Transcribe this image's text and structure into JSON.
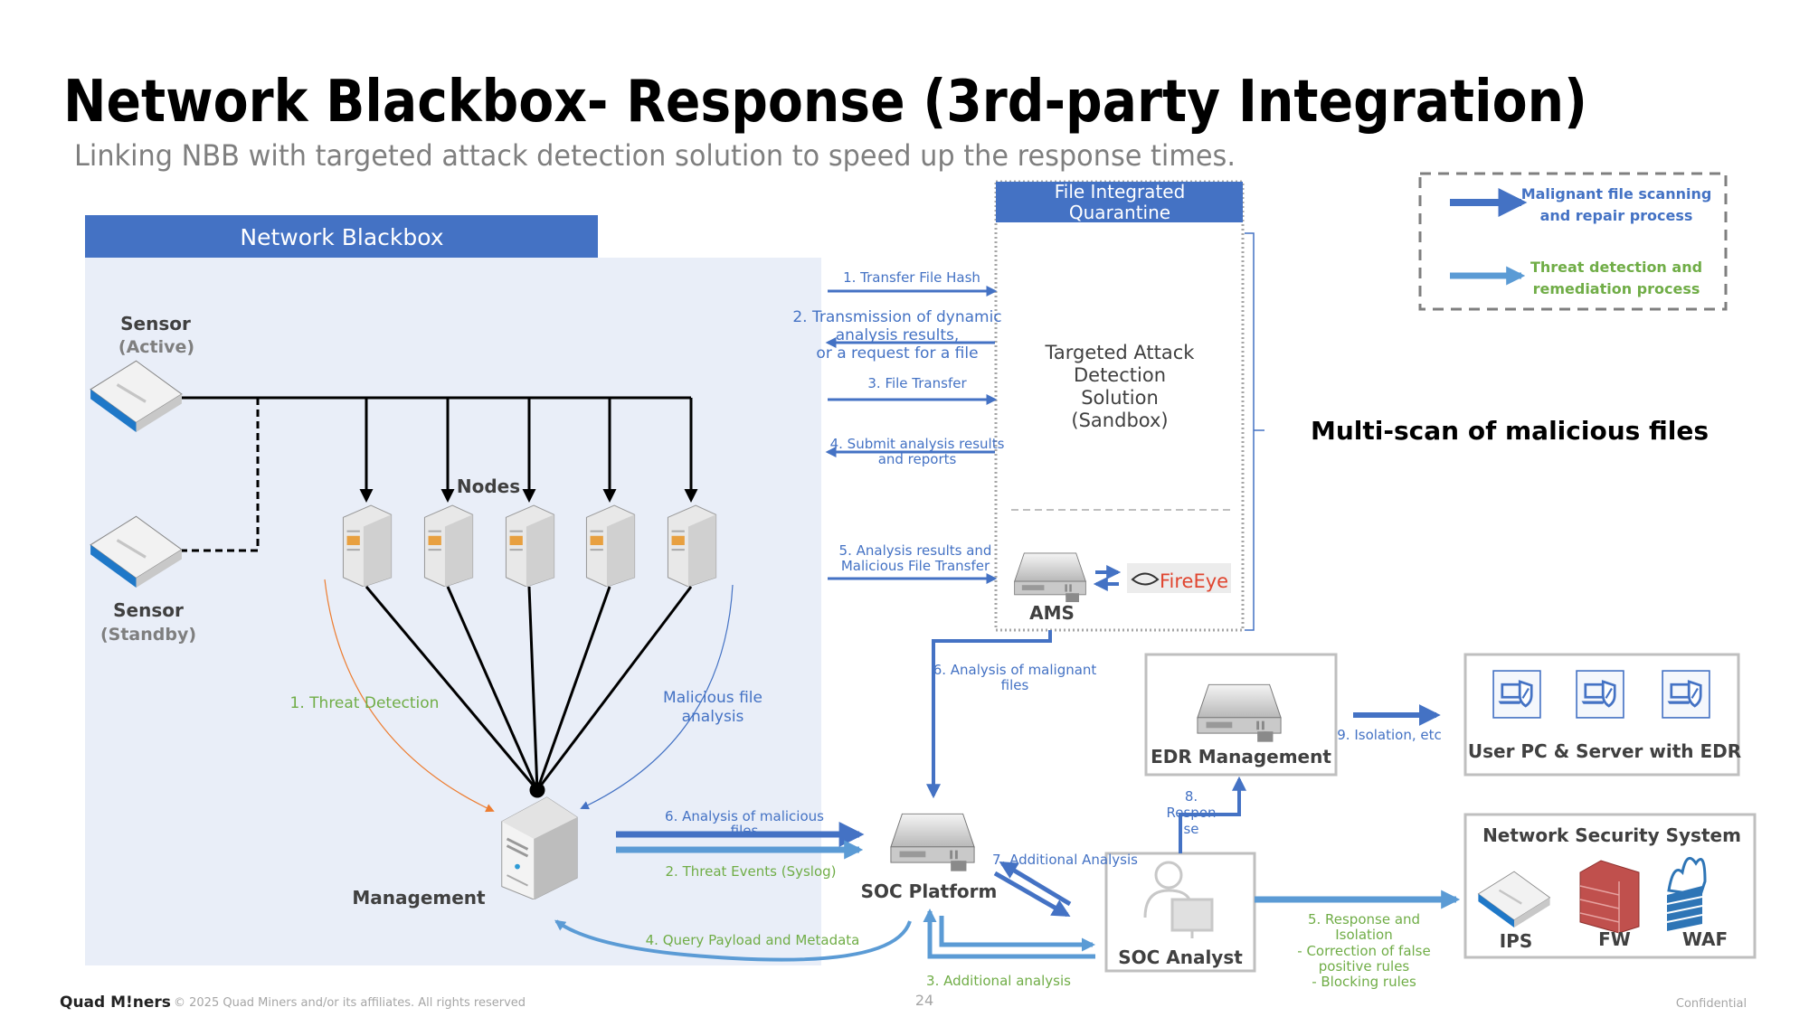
{
  "header": {
    "title": "Network Blackbox- Response (3rd-party Integration)",
    "subtitle": "Linking NBB with targeted attack detection solution to speed up the response times."
  },
  "colors": {
    "dark_blue": "#4472c4",
    "light_blue": "#5b9bd5",
    "green": "#70ad47",
    "panel": "#e9eef8"
  },
  "nbb": {
    "header": "Network Blackbox",
    "sensor_active": [
      "Sensor",
      "(Active)"
    ],
    "sensor_standby": [
      "Sensor",
      "(Standby)"
    ],
    "nodes": "Nodes",
    "management": "Management",
    "threat_detection": "1. Threat Detection",
    "malicious_file_analysis": [
      "Malicious file",
      "analysis"
    ]
  },
  "quarantine": {
    "header": [
      "File Integrated",
      "Quarantine"
    ],
    "solution": [
      "Targeted Attack",
      "Detection",
      "Solution",
      "(Sandbox)"
    ],
    "ams": "AMS",
    "vendor_logo": "FireEye",
    "multiscan": "Multi-scan of malicious files"
  },
  "flows": {
    "f1": "1. Transfer File Hash",
    "f2": [
      "2. Transmission of dynamic",
      "analysis results,",
      "or a request for a file"
    ],
    "f3": "3. File Transfer",
    "f4": [
      "4. Submit analysis results",
      "and reports"
    ],
    "f5": [
      "5. Analysis results and",
      "Malicious File Transfer"
    ],
    "f6_malignant": [
      "6. Analysis of malignant",
      "files"
    ],
    "f6_malicious": [
      "6. Analysis of malicious",
      "files"
    ],
    "f2_syslog": "2. Threat Events (Syslog)",
    "f4_query": "4. Query Payload and Metadata",
    "f7": "7. Additional Analysis",
    "f3_additional": "3. Additional analysis",
    "f8": [
      "8.",
      "Respon",
      "se"
    ],
    "f9": "9. Isolation, etc",
    "f5_response": [
      "5. Response and",
      "Isolation",
      "- Correction of false",
      "positive rules",
      "- Blocking rules"
    ]
  },
  "nodes_right": {
    "soc_platform": "SOC Platform",
    "soc_analyst": "SOC Analyst",
    "edr": "EDR Management",
    "user_pc": "User PC & Server with EDR",
    "nss": "Network Security System",
    "ips": "IPS",
    "fw": "FW",
    "waf": "WAF"
  },
  "legend": {
    "dark": [
      "Malignant file scanning",
      "and repair process"
    ],
    "light": [
      "Threat detection and",
      "remediation process"
    ]
  },
  "footer": {
    "logo": "Quad M!ners",
    "copyright": "© 2025  Quad Miners and/or its affiliates. All rights reserved",
    "page": "24",
    "confidential": "Confidential"
  }
}
